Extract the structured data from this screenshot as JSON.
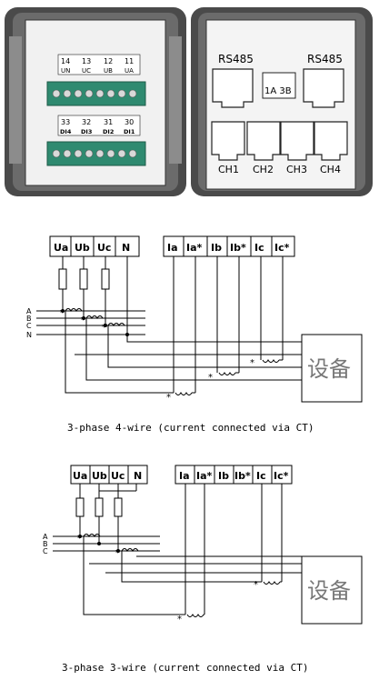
{
  "photos": {
    "left_top_labels": [
      "14",
      "13",
      "12",
      "11"
    ],
    "left_top_sub": [
      "UN",
      "UC",
      "UB",
      "UA"
    ],
    "left_bot_labels": [
      "33",
      "32",
      "31",
      "30"
    ],
    "left_bot_sub": [
      "DI4",
      "DI3",
      "DI2",
      "DI1"
    ],
    "right_rs485_left": "RS485",
    "right_rs485_right": "RS485",
    "right_mid_port": "1A 3B",
    "channels": [
      "CH1",
      "CH2",
      "CH3",
      "CH4"
    ]
  },
  "diagram_4wire": {
    "voltage_terminals": [
      "Ua",
      "Ub",
      "Uc",
      "N"
    ],
    "current_terminals": [
      "Ia",
      "Ia*",
      "Ib",
      "Ib*",
      "Ic",
      "Ic*"
    ],
    "lines": [
      "A",
      "B",
      "C",
      "N"
    ],
    "device_label": "设备",
    "caption": "3-phase 4-wire (current connected via CT)"
  },
  "diagram_3wire": {
    "voltage_terminals": [
      "Ua",
      "Ub",
      "Uc",
      "N"
    ],
    "current_terminals": [
      "Ia",
      "Ia*",
      "Ib",
      "Ib*",
      "Ic",
      "Ic*"
    ],
    "lines": [
      "A",
      "B",
      "C"
    ],
    "device_label": "设备",
    "caption": "3-phase 3-wire (current connected via CT)"
  }
}
